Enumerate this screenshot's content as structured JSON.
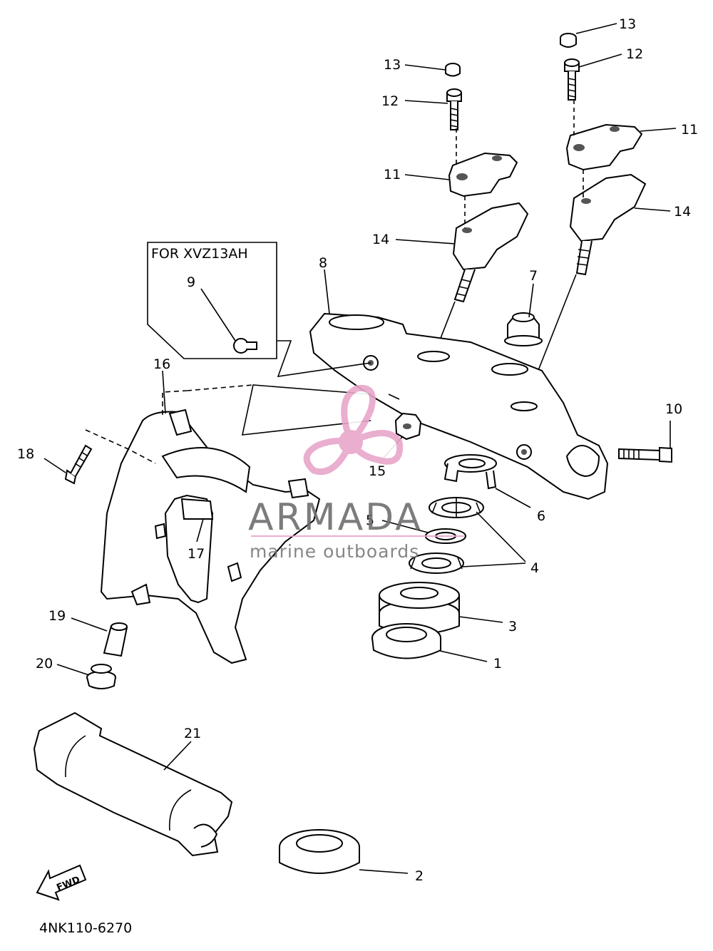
{
  "diagram": {
    "note_box": {
      "label": "FOR XVZ13AH"
    },
    "fwd_label": "FWD",
    "drawing_code": "4NK110-6270",
    "callouts": [
      "1",
      "2",
      "3",
      "4",
      "4",
      "5",
      "6",
      "7",
      "8",
      "9",
      "10",
      "11",
      "11",
      "12",
      "12",
      "13",
      "13",
      "14",
      "14",
      "15",
      "16",
      "17",
      "18",
      "19",
      "20",
      "21"
    ]
  },
  "watermark": {
    "brand": "ARMADA",
    "tagline": "marine outboards",
    "accent_color": "#e8a6c9"
  }
}
